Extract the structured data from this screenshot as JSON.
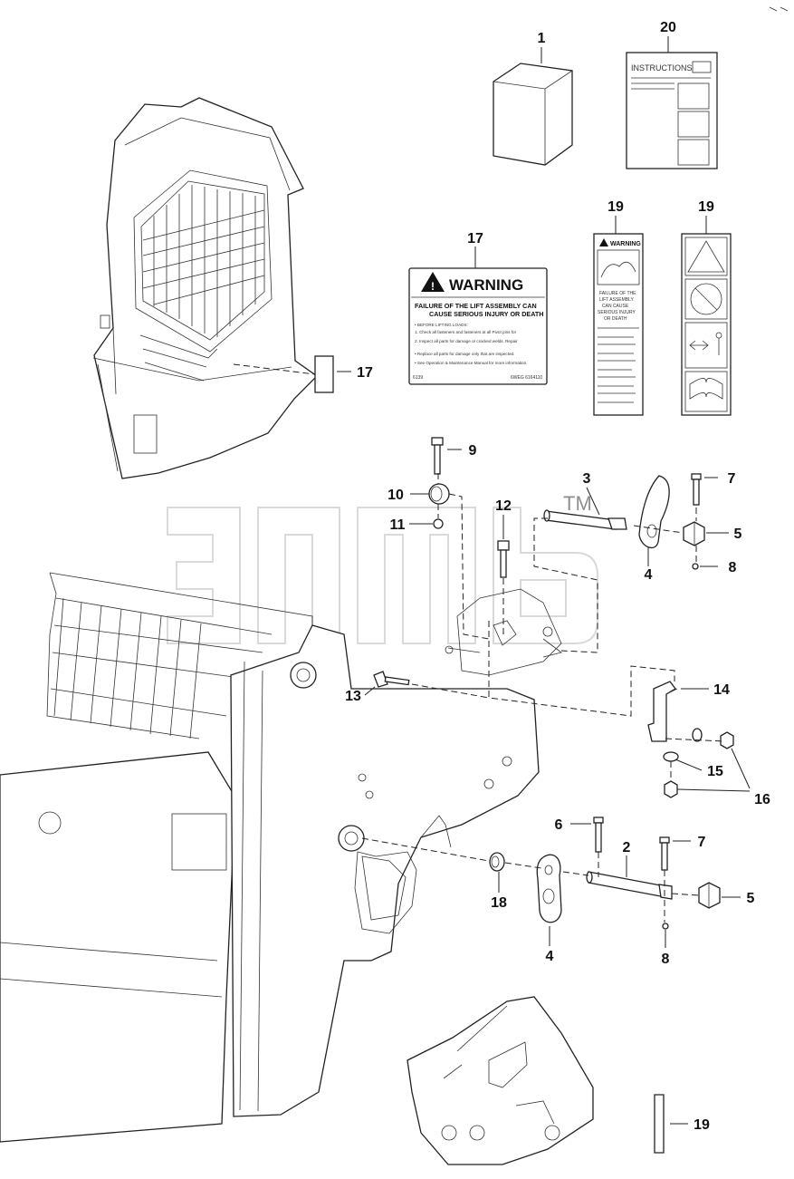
{
  "callouts": {
    "c1": "1",
    "c20": "20",
    "c19a": "19",
    "c19b": "19",
    "c17a": "17",
    "c17b": "17",
    "c9": "9",
    "c10": "10",
    "c11": "11",
    "c12": "12",
    "c3": "3",
    "c7a": "7",
    "c5a": "5",
    "c4a": "4",
    "c8a": "8",
    "c14": "14",
    "c13": "13",
    "c15": "15",
    "c16": "16",
    "c6": "6",
    "c2": "2",
    "c7b": "7",
    "c5b": "5",
    "c18": "18",
    "c4b": "4",
    "c8b": "8",
    "c19c": "19"
  },
  "instructions_label": "INSTRUCTIONS",
  "warning_decal": {
    "title": "WARNING",
    "headline1": "FAILURE OF THE LIFT ASSEMBLY CAN",
    "headline2": "CAUSE SERIOUS INJURY OR DEATH",
    "line1": "• BEFORE LIFTING LOADS:",
    "line2": "1. Check all fasteners and fasteners at all Pivot pins for",
    "line3": "2. Inspect all parts for damage or cracked welds. Repair",
    "line4": "• Replace all parts for damage only that are inspected.",
    "line5": "• See Operation & Maintenance Manual for more information.",
    "code_left": "6139",
    "code_right": "6WEG  6164110"
  },
  "narrow_decal": {
    "title": "WARNING",
    "text1": "FAILURE OF THE",
    "text2": "LIFT ASSEMBLY",
    "text3": "CAN CAUSE",
    "text4": "SERIOUS INJURY",
    "text5": "OR DEATH"
  },
  "watermark": "TM"
}
